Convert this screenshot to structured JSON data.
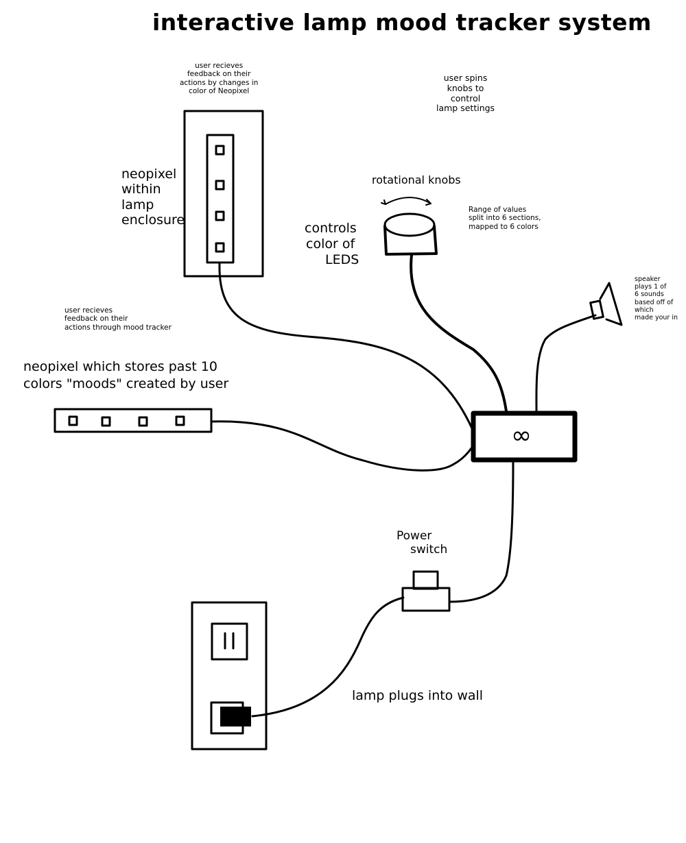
{
  "title": "interactive lamp mood tracker system",
  "labels": {
    "neopixel_enclosure": [
      "neopixel",
      "within",
      "lamp",
      "enclosure"
    ],
    "lamp_feedback_note": [
      "user recieves",
      "feedback on their",
      "actions by changes in",
      "color of Neopixel"
    ],
    "knob_spin_note": [
      "user spins",
      "knobs to",
      "control",
      "lamp settings"
    ],
    "knobs_title": "rotational knobs",
    "controls_color": [
      "controls",
      "color of",
      "LEDS"
    ],
    "range_note": [
      "Range of values",
      "split into 6 sections,",
      "mapped to 6 colors"
    ],
    "speaker_note": [
      "speaker",
      "plays 1 of",
      "6 sounds",
      "based off of",
      "which",
      "made your in"
    ],
    "mood_feedback_note": [
      "user recieves",
      "feedback on their",
      "actions through mood tracker"
    ],
    "mood_strip": [
      "neopixel which stores past 10",
      "colors \"moods\" created by user"
    ],
    "power_switch": [
      "Power",
      "switch"
    ],
    "wall_plug": "lamp plugs into wall"
  },
  "icons": {
    "arduino": "infinity-icon",
    "outlet_top": "outlet-slots-icon",
    "speaker": "speaker-icon",
    "knob_rotation": "rotation-arrow-icon"
  },
  "colors": {
    "ink": "#000000",
    "paper": "#ffffff"
  }
}
